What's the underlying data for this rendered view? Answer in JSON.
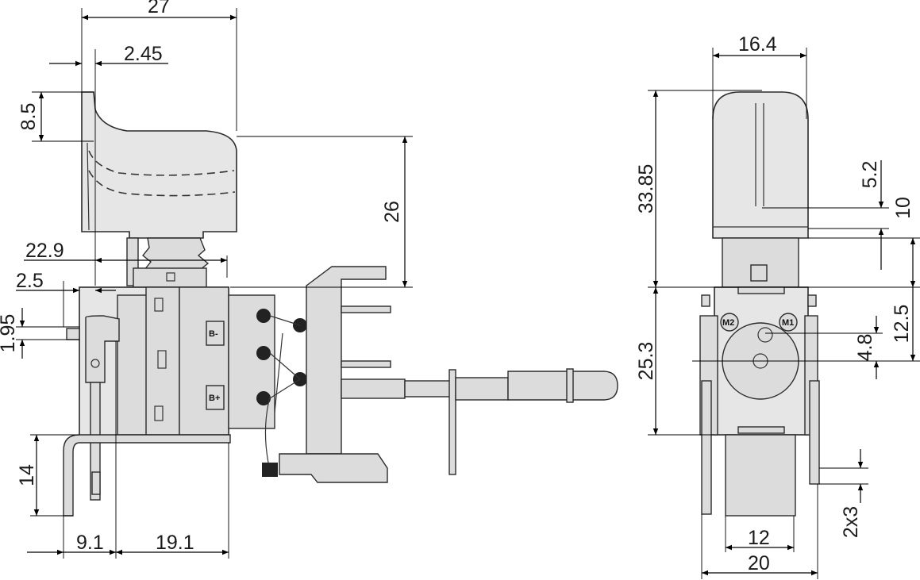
{
  "dimensions": {
    "side_view": {
      "total_width": "27",
      "offset_top": "2.45",
      "trigger_height": "8.5",
      "travel_height": "26",
      "trigger_depth": "22.9",
      "offset_side": "2.5",
      "pin_offset": "1.95",
      "bracket_height": "14",
      "bottom_left": "9.1",
      "bottom_right": "19.1"
    },
    "front_view": {
      "trigger_width": "16.4",
      "upper_height": "33.85",
      "upper_small": "5.2",
      "upper_right": "10",
      "lower_height": "25.3",
      "center_offset": "4.8",
      "lower_right": "12.5",
      "tab_spacing": "2x3",
      "inner_width": "12",
      "overall_width": "20"
    }
  },
  "terminal_labels": {
    "minus": "B-",
    "plus": "B+",
    "m1": "M1",
    "m2": "M2"
  },
  "arrow_color": "#000000",
  "body_color": "#e6e6e6"
}
